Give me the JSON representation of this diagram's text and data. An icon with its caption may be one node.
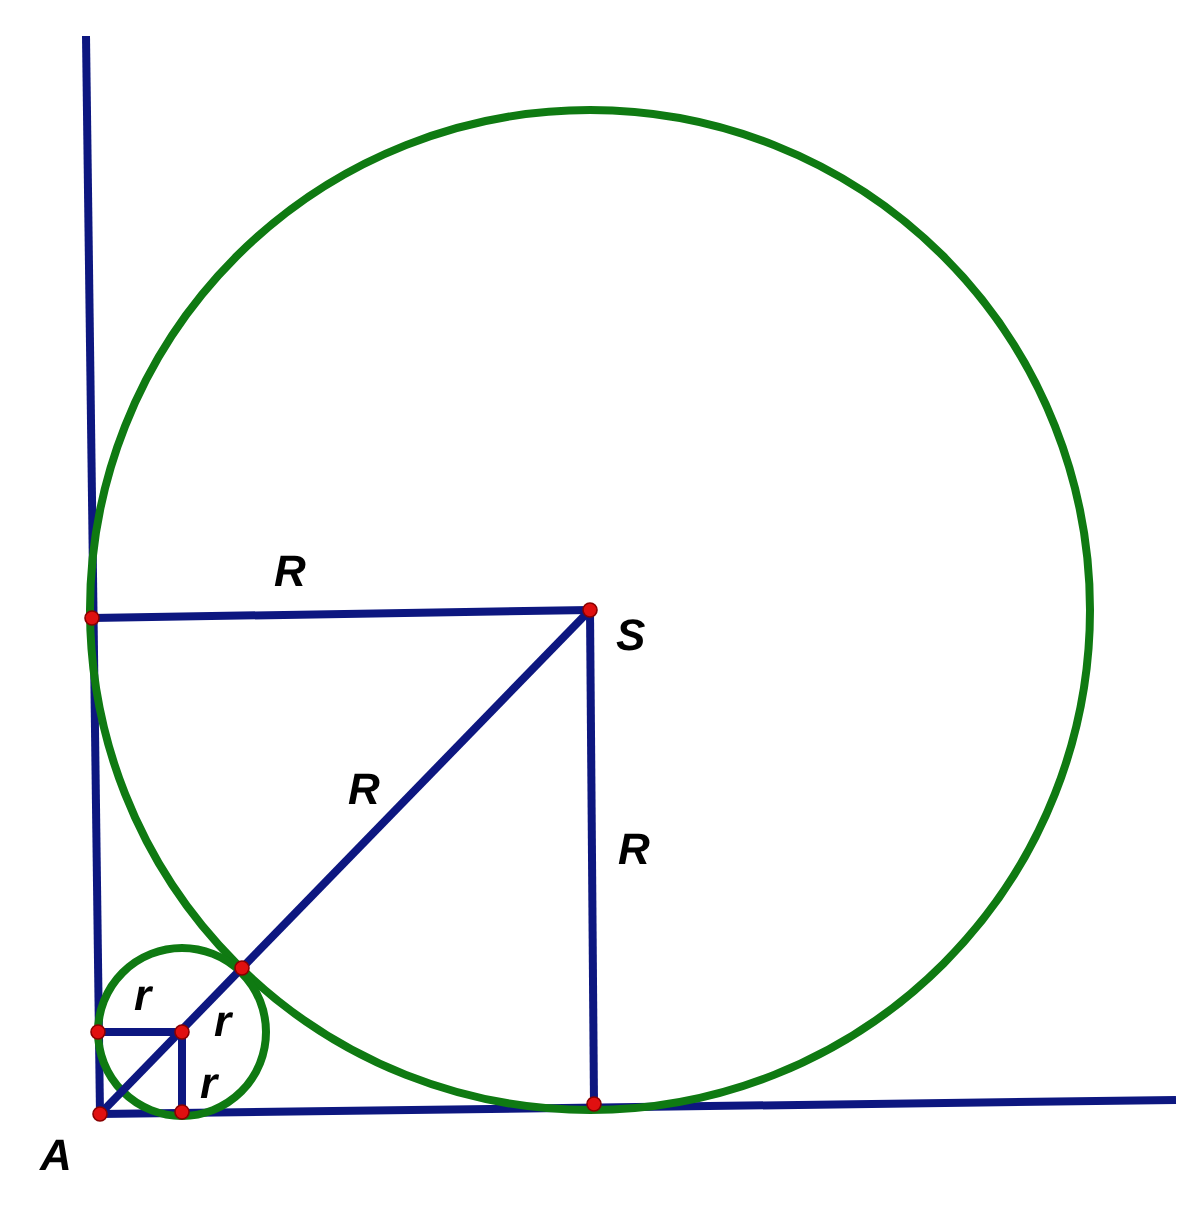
{
  "diagram": {
    "labels": [
      "R",
      "S",
      "R",
      "R",
      "r",
      "r",
      "r",
      "A"
    ]
  }
}
